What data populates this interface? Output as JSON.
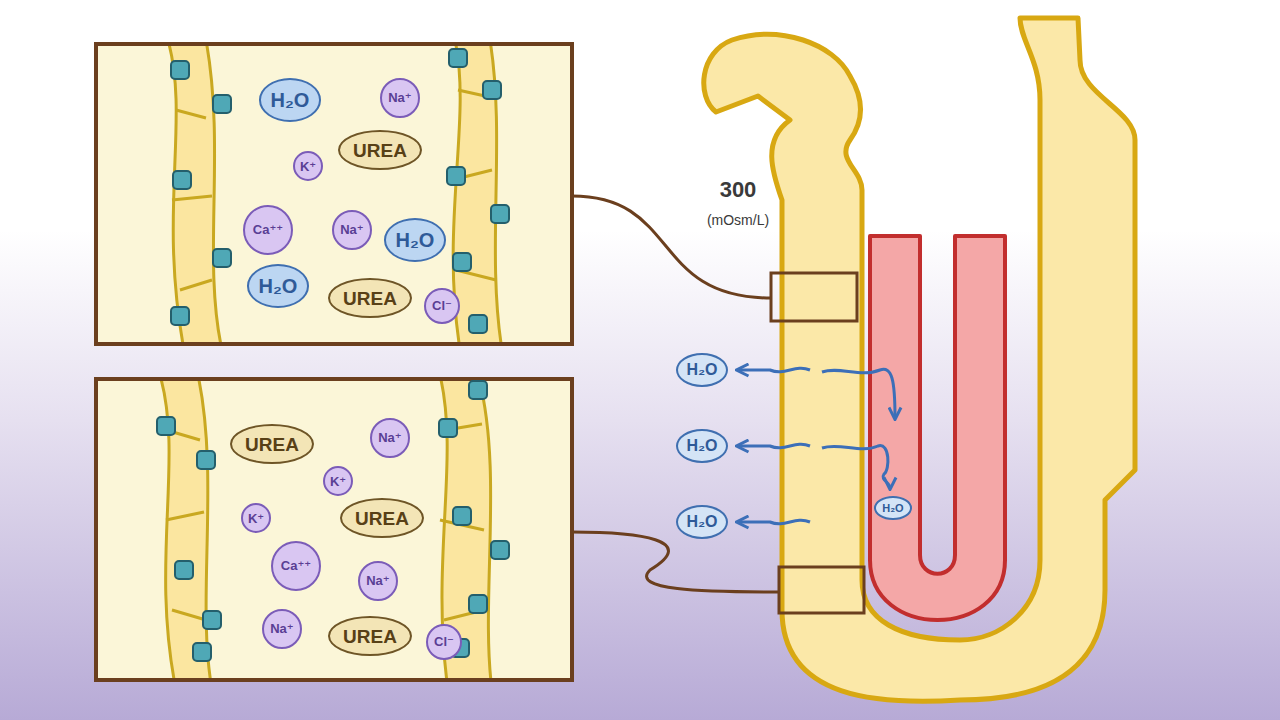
{
  "diagram": {
    "nodes": [
      {
        "text": [
          "H₂O"
        ]
      },
      {
        "text": [
          "Na⁺"
        ]
      },
      {
        "text": [
          "UREA"
        ]
      },
      {
        "text": [
          "K⁺"
        ]
      },
      {
        "text": [
          "Ca⁺⁺"
        ]
      },
      {
        "text": [
          "Na⁺"
        ]
      },
      {
        "text": [
          "H₂O"
        ]
      },
      {
        "text": [
          "H₂O"
        ]
      },
      {
        "text": [
          "UREA"
        ]
      },
      {
        "text": [
          "Cl⁻"
        ]
      },
      {
        "text": [
          "UREA"
        ]
      },
      {
        "text": [
          "Na⁺"
        ]
      },
      {
        "text": [
          "K⁺"
        ]
      },
      {
        "text": [
          "K⁺"
        ]
      },
      {
        "text": [
          "UREA"
        ]
      },
      {
        "text": [
          "Ca⁺⁺"
        ]
      },
      {
        "text": [
          "Na⁺"
        ]
      },
      {
        "text": [
          "Na⁺"
        ]
      },
      {
        "text": [
          "UREA"
        ]
      },
      {
        "text": [
          "Cl⁻"
        ]
      },
      {
        "text": [
          "H₂O"
        ]
      },
      {
        "text": [
          "H₂O"
        ]
      },
      {
        "text": [
          "H₂O"
        ]
      },
      {
        "text": [
          "H₂O"
        ]
      }
    ],
    "labels": [
      "300",
      "(mOsm/L)"
    ]
  }
}
